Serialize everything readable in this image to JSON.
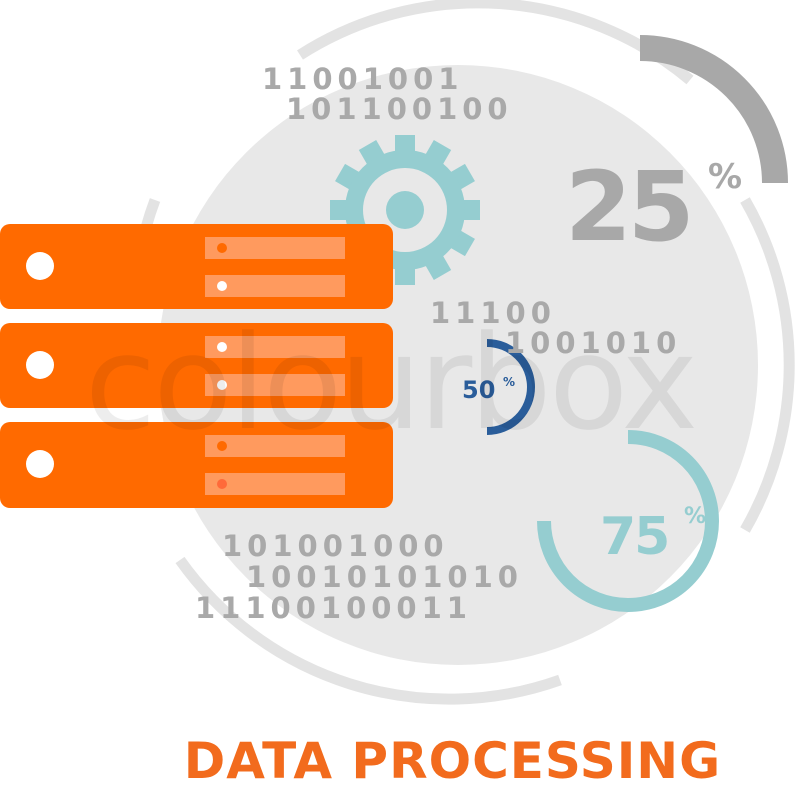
{
  "title": "DATA PROCESSING",
  "binary": {
    "top": [
      "11001001",
      "101100100"
    ],
    "middle": [
      "11100",
      "1001010"
    ],
    "bottom": [
      "101001000",
      "10010101010",
      "11100100011"
    ]
  },
  "gauges": [
    {
      "label": "25",
      "unit": "%",
      "value": 25,
      "color": "#a8a8a8"
    },
    {
      "label": "50",
      "unit": "%",
      "value": 50,
      "color": "#2a5d9a"
    },
    {
      "label": "75",
      "unit": "%",
      "value": 75,
      "color": "#95cdd0"
    }
  ],
  "watermark": "colourbox",
  "colors": {
    "orange": "#ff6a00",
    "orange_light": "#ff9a5e",
    "teal": "#95cdd0",
    "circle": "#e8e8e8",
    "grey_text": "#a9a9a9"
  }
}
